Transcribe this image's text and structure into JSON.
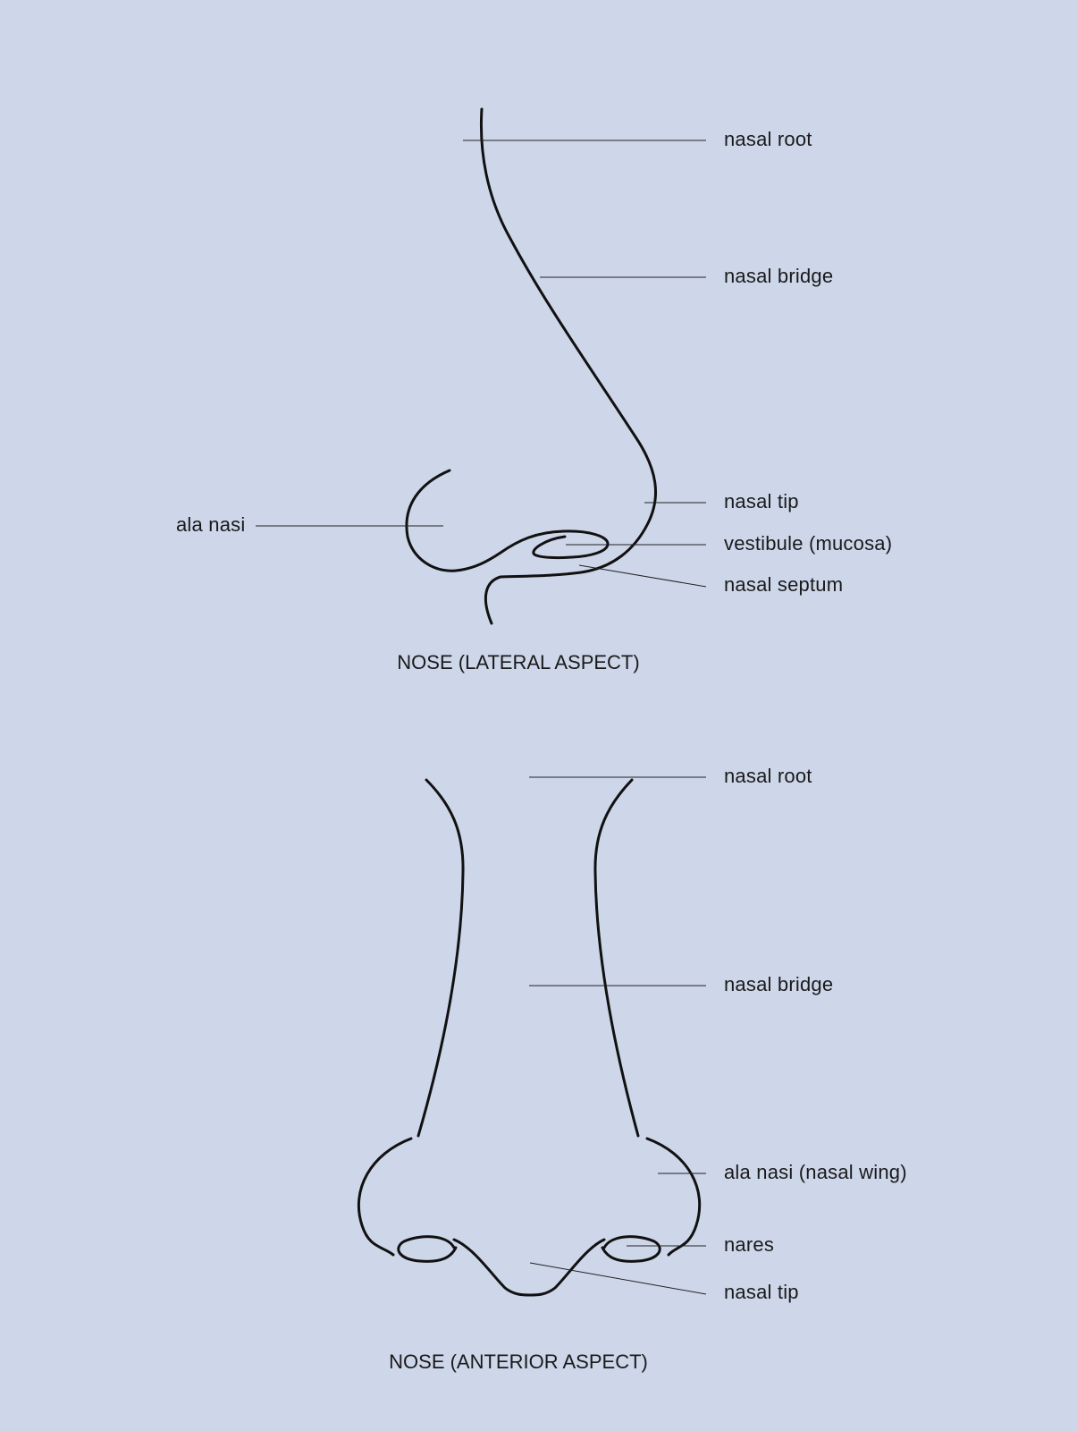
{
  "lateral": {
    "caption": "NOSE (LATERAL ASPECT)",
    "labels": {
      "nasal_root": "nasal root",
      "nasal_bridge": "nasal bridge",
      "nasal_tip": "nasal tip",
      "vestibule": "vestibule (mucosa)",
      "nasal_septum": "nasal septum",
      "ala_nasi": "ala nasi"
    }
  },
  "anterior": {
    "caption": "NOSE (ANTERIOR ASPECT)",
    "labels": {
      "nasal_root": "nasal root",
      "nasal_bridge": "nasal bridge",
      "ala_nasi": "ala nasi (nasal wing)",
      "nares": "nares",
      "nasal_tip": "nasal tip"
    }
  },
  "colors": {
    "background": "#ced6ea",
    "line": "#111111"
  }
}
